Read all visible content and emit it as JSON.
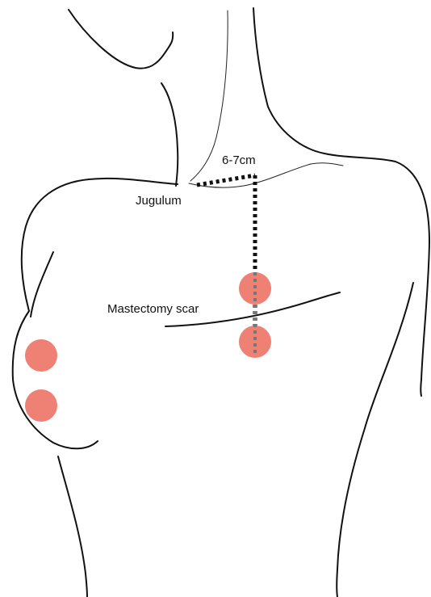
{
  "labels": {
    "distance": "6-7cm",
    "jugulum": "Jugulum",
    "scar": "Mastectomy scar"
  },
  "colors": {
    "marker": "#ee8074",
    "line": "#111111"
  }
}
